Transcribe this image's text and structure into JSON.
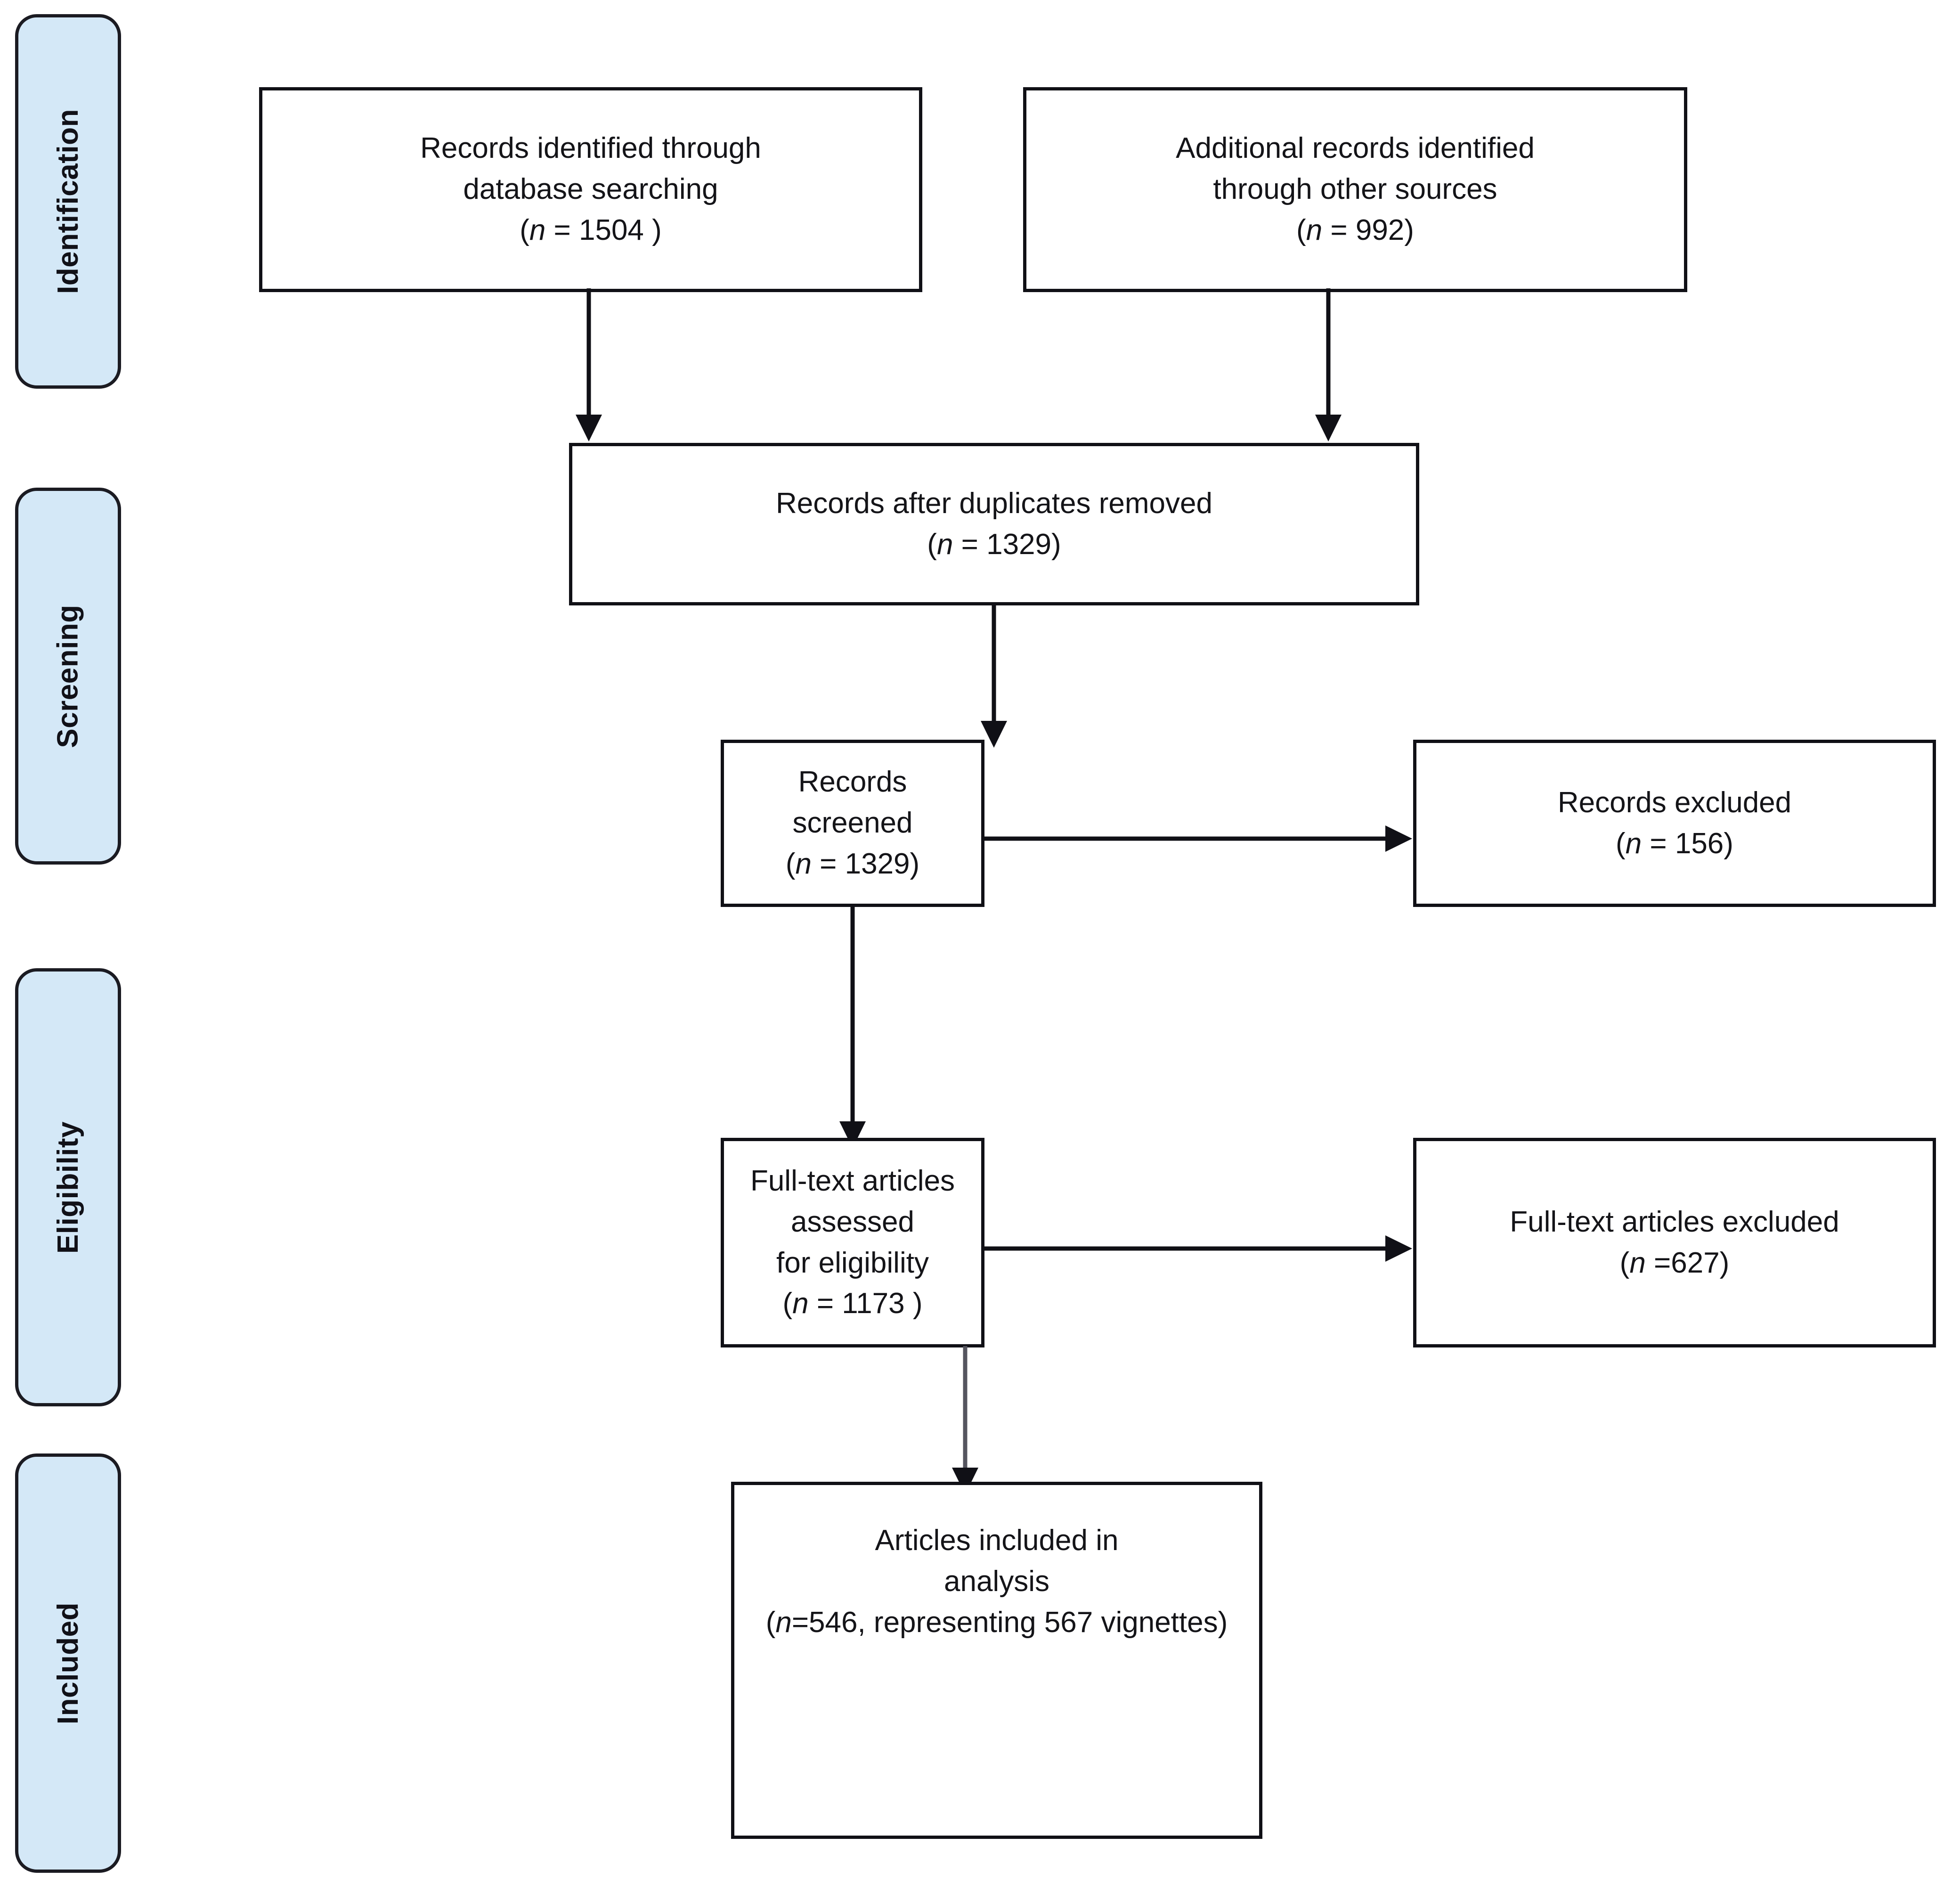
{
  "diagram": {
    "title": "PRISMA flow diagram",
    "type": "prisma-flow",
    "colors": {
      "stage_pill_fill": "#d4e8f7",
      "stage_pill_border": "#1b1b22",
      "box_border": "#101016",
      "box_fill": "#ffffff",
      "connector": "#101016",
      "connector_muted": "#55555f",
      "text": "#141418"
    }
  },
  "stages": [
    {
      "id": "identification",
      "label": "Identification"
    },
    {
      "id": "screening",
      "label": "Screening"
    },
    {
      "id": "eligibility",
      "label": "Eligibility"
    },
    {
      "id": "included",
      "label": "Included"
    }
  ],
  "boxes": {
    "database_searching": {
      "line1": "Records identified through",
      "line2": "database searching",
      "n_prefix": "(",
      "n_italic": "n",
      "n_suffix": " =  1504 )"
    },
    "other_sources": {
      "line1": "Additional records identified",
      "line2": "through other sources",
      "n_prefix": "(",
      "n_italic": "n",
      "n_suffix": " = 992)"
    },
    "duplicates_removed": {
      "line1": "Records after duplicates removed",
      "n_prefix": "(",
      "n_italic": "n",
      "n_suffix": " =   1329)"
    },
    "records_screened": {
      "line1": "Records screened",
      "n_prefix": "(",
      "n_italic": "n",
      "n_suffix": " =  1329)"
    },
    "records_excluded": {
      "line1": "Records excluded",
      "n_prefix": "(",
      "n_italic": "n",
      "n_suffix": " =  156)"
    },
    "fulltext_assessed": {
      "line1": "Full-text articles assessed",
      "line2": "for eligibility",
      "n_prefix": "(",
      "n_italic": "n",
      "n_suffix": " =  1173 )"
    },
    "fulltext_excluded": {
      "line1": "Full-text articles excluded",
      "n_prefix": "(",
      "n_italic": "n",
      "n_suffix": " =627)"
    },
    "articles_included": {
      "line1": "Articles included in",
      "line2": "analysis",
      "n_prefix": "(",
      "n_italic": "n",
      "n_suffix": "=546, representing 567 vignettes)"
    }
  },
  "counts": {
    "database_searching": 1504,
    "other_sources": 992,
    "duplicates_removed": 1329,
    "records_screened": 1329,
    "records_excluded": 156,
    "fulltext_assessed": 1173,
    "fulltext_excluded": 627,
    "articles_included": 546,
    "vignettes": 567
  }
}
